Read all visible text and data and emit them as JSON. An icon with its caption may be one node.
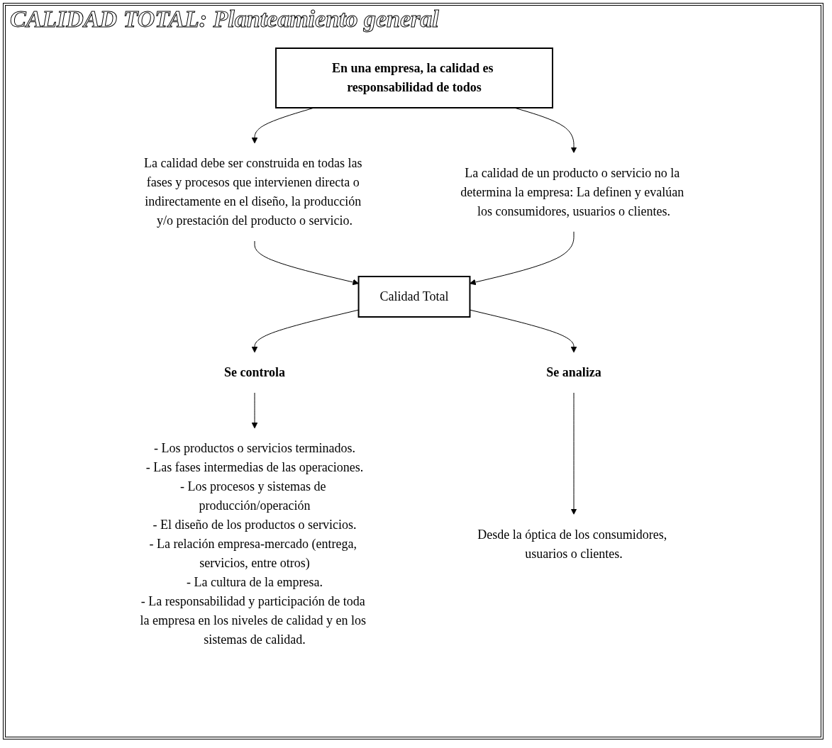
{
  "diagram": {
    "title": "CALIDAD TOTAL: Planteamiento general",
    "nodes": [
      {
        "text": [
          "En una empresa, la calidad es responsabilidad de todos"
        ]
      },
      {
        "text": [
          "La calidad debe ser construida en todas las fases y procesos que intervienen directa o indirectamente en el diseño, la producción y/o prestación del producto o servicio."
        ]
      },
      {
        "text": [
          "La calidad de un producto o servicio no la determina la empresa: La definen y evalúan los consumidores, usuarios o clientes."
        ]
      },
      {
        "text": [
          "Calidad Total"
        ]
      },
      {
        "text": [
          "Se controla"
        ]
      },
      {
        "text": [
          "Se analiza"
        ]
      },
      {
        "text": [
          "- Los productos o servicios terminados.",
          "- Las fases intermedias de las operaciones.",
          "- Los procesos y sistemas de producción/operación",
          "- El diseño de los productos o servicios.",
          "- La relación empresa-mercado (entrega, servicios, entre otros)",
          "- La cultura de la empresa.",
          "- La responsabilidad y participación de toda la empresa en los niveles de calidad y en los sistemas de calidad."
        ]
      },
      {
        "text": [
          "Desde la óptica de los consumidores, usuarios o clientes."
        ]
      }
    ],
    "edges": [
      {
        "from": 0,
        "to": 1,
        "arrow": "to"
      },
      {
        "from": 0,
        "to": 2,
        "arrow": "to"
      },
      {
        "from": 1,
        "to": 3,
        "arrow": "to"
      },
      {
        "from": 2,
        "to": 3,
        "arrow": "to"
      },
      {
        "from": 3,
        "to": 4,
        "arrow": "to"
      },
      {
        "from": 3,
        "to": 5,
        "arrow": "to"
      },
      {
        "from": 4,
        "to": 6,
        "arrow": "to"
      },
      {
        "from": 5,
        "to": 7,
        "arrow": "to"
      }
    ]
  }
}
